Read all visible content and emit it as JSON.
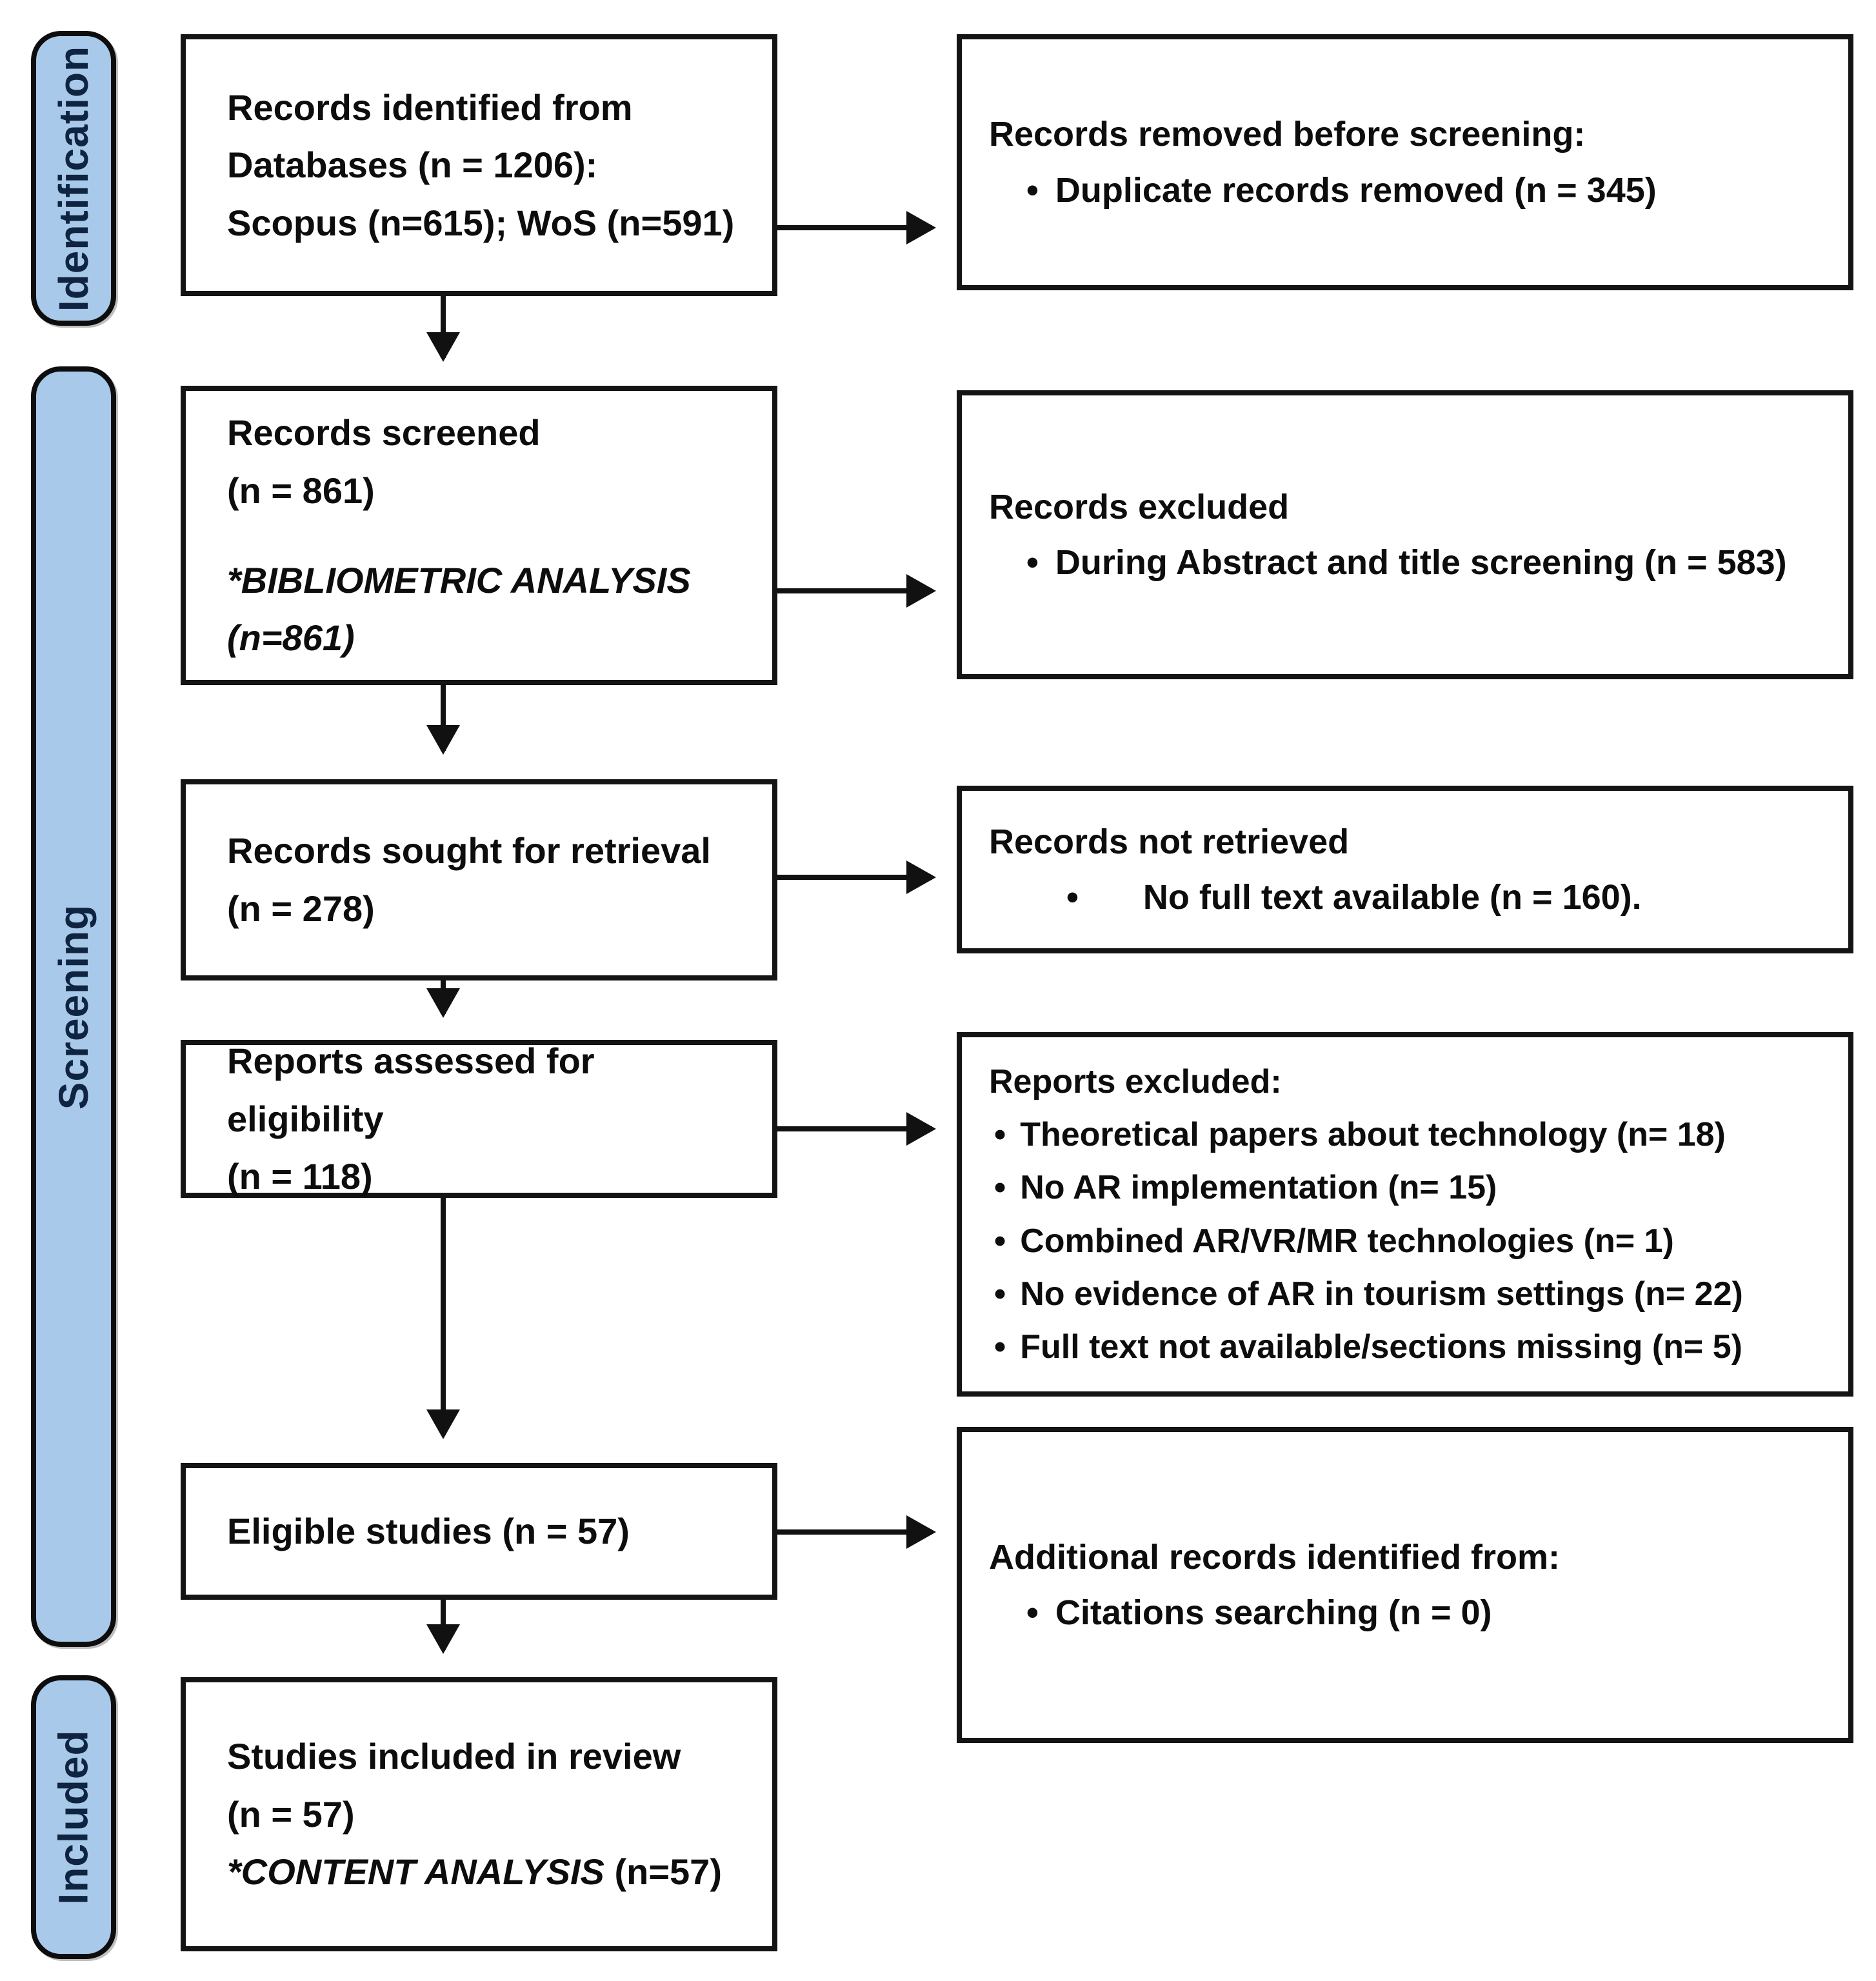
{
  "bullet_char": "•",
  "colors": {
    "stage_fill": "#a8c9e9",
    "stage_text": "#0f2440",
    "box_border": "#141414",
    "arrow": "#111111"
  },
  "sidebar": {
    "identification": "Identification",
    "screening": "Screening",
    "included": "Included"
  },
  "flow": {
    "identified": {
      "line1": "Records identified from",
      "line2": "Databases (n = 1206):",
      "line3": "Scopus (n=615); WoS (n=591)"
    },
    "screened": {
      "line1": "Records screened",
      "line2": "(n = 861)",
      "note1": "*BIBLIOMETRIC ANALYSIS",
      "note2": "(n=861)"
    },
    "sought": {
      "line1": "Records sought for retrieval",
      "line2": "(n = 278)"
    },
    "assessed": {
      "line1": "Reports assessed for eligibility",
      "line2": "(n = 118)"
    },
    "eligible": {
      "line1": "Eligible studies (n = 57)"
    },
    "included_box": {
      "line1": "Studies included in review",
      "line2": "(n = 57)",
      "note_italic": "*CONTENT ANALYSIS",
      "note_suffix": " (n=57)"
    }
  },
  "side_boxes": {
    "removed": {
      "title": "Records removed before screening:",
      "bullets": [
        "Duplicate records removed (n = 345)"
      ]
    },
    "excluded": {
      "title": "Records excluded",
      "bullets": [
        "During Abstract and title screening (n = 583)"
      ]
    },
    "not_retrieved": {
      "title": "Records not retrieved",
      "bullets": [
        "No full text available (n = 160)."
      ]
    },
    "reports_excluded": {
      "title": "Reports excluded:",
      "bullets": [
        "Theoretical papers about technology (n= 18)",
        "No AR implementation (n= 15)",
        "Combined AR/VR/MR technologies (n= 1)",
        "No evidence of AR in tourism settings (n= 22)",
        "Full text not available/sections missing (n= 5)"
      ]
    },
    "additional": {
      "title": "Additional records identified from:",
      "bullets": [
        "Citations searching (n = 0)"
      ]
    }
  }
}
